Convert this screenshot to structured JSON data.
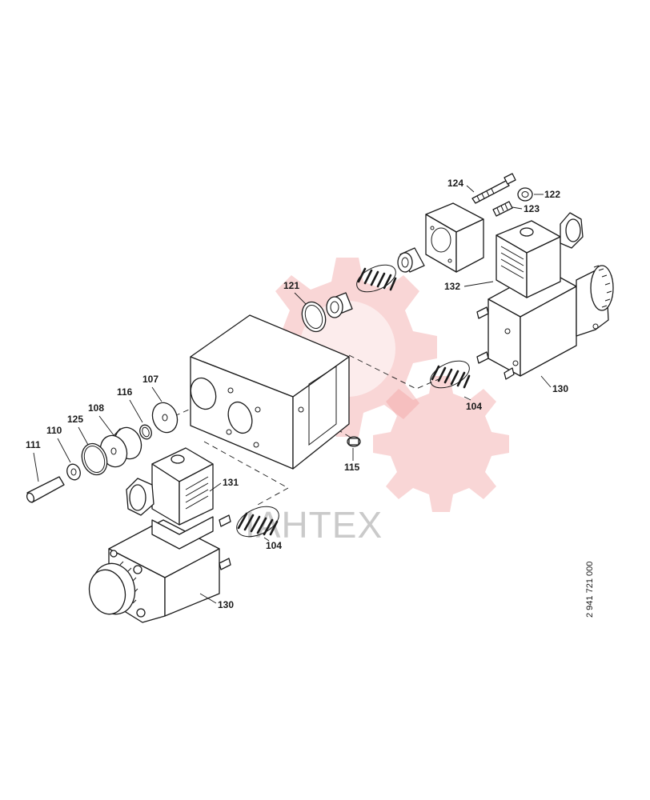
{
  "watermark": {
    "text": "IAHTEX",
    "color": "#e84a4a"
  },
  "drawing_number": "2 941 721 000",
  "labels": {
    "l124": "124",
    "l122": "122",
    "l123": "123",
    "l132": "132",
    "l121": "121",
    "l130a": "130",
    "l104a": "104",
    "l115": "115",
    "l107": "107",
    "l116": "116",
    "l108": "108",
    "l125": "125",
    "l110": "110",
    "l111": "111",
    "l131": "131",
    "l104b": "104",
    "l130b": "130"
  }
}
